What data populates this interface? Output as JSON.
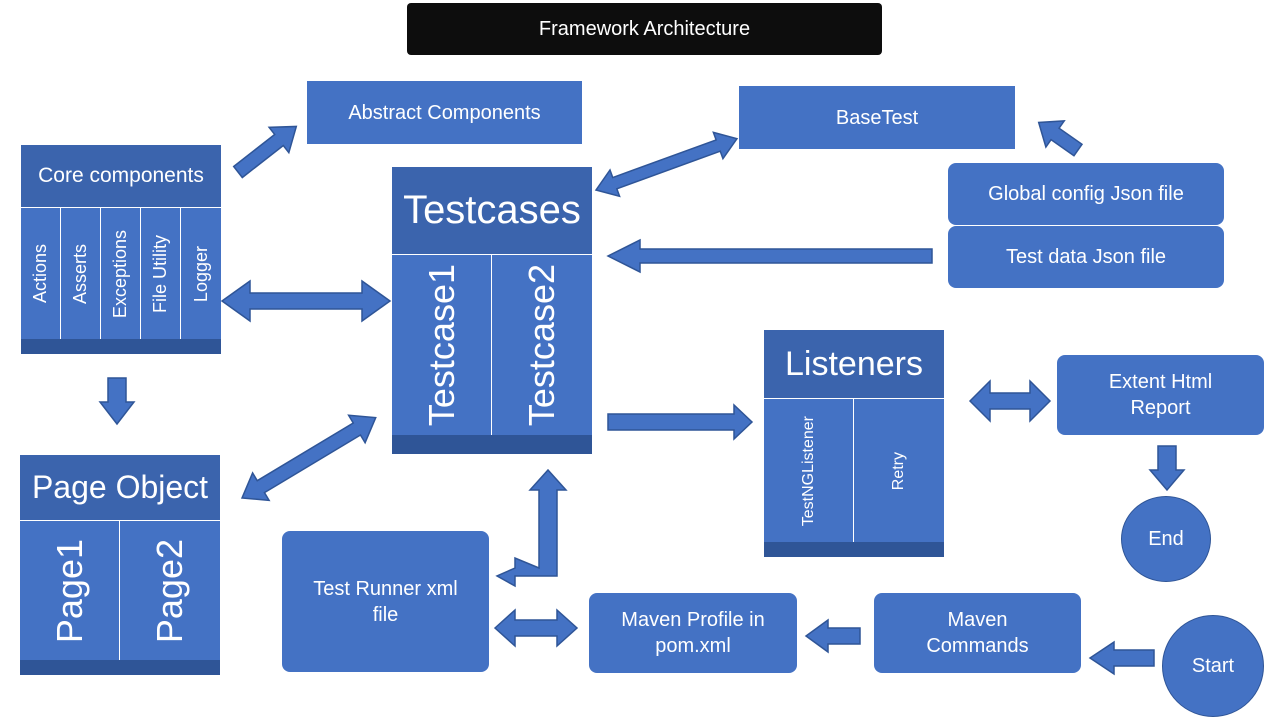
{
  "title": "Framework Architecture",
  "abstract_components": "Abstract Components",
  "base_test": "BaseTest",
  "global_config": "Global config Json file",
  "test_data": "Test data Json file",
  "core": {
    "title": "Core components",
    "items": [
      "Actions",
      "Asserts",
      "Exceptions",
      "File Utility",
      "Logger"
    ]
  },
  "testcases": {
    "title": "Testcases",
    "items": [
      "Testcase1",
      "Testcase2"
    ]
  },
  "page_object": {
    "title": "Page Object",
    "items": [
      "Page1",
      "Page2"
    ]
  },
  "listeners": {
    "title": "Listeners",
    "items": [
      "TestNGListener",
      "Retry"
    ]
  },
  "extent_report": "Extent Html Report",
  "end": "End",
  "start": "Start",
  "test_runner": "Test Runner xml file",
  "maven_profile": "Maven Profile in pom.xml",
  "maven_commands": "Maven Commands",
  "colors": {
    "box": "#4472c4",
    "header": "#3b64ad",
    "footer": "#2f5597",
    "title_bar": "#0d0d0d",
    "arrow_stroke": "#2f5597"
  }
}
